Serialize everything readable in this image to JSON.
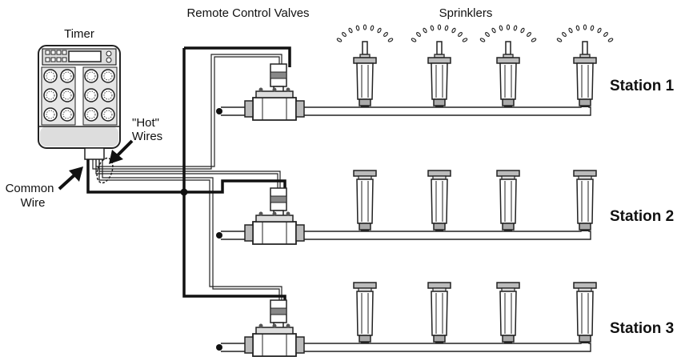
{
  "labels": {
    "timer": "Timer",
    "valves": "Remote Control Valves",
    "sprinklers": "Sprinklers",
    "hot_line1": "\"Hot\"",
    "hot_line2": "Wires",
    "common_line1": "Common",
    "common_line2": "Wire"
  },
  "stations": [
    {
      "label": "Station 1"
    },
    {
      "label": "Station 2"
    },
    {
      "label": "Station 3"
    }
  ]
}
